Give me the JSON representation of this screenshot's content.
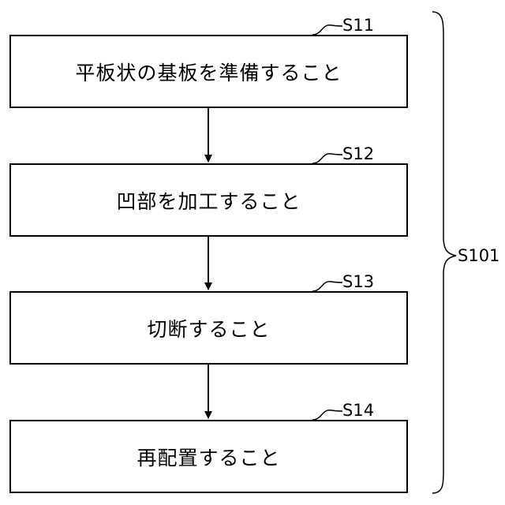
{
  "steps": [
    {
      "label": "S11",
      "text": "平板状の基板を準備すること"
    },
    {
      "label": "S12",
      "text": "凹部を加工すること"
    },
    {
      "label": "S13",
      "text": "切断すること"
    },
    {
      "label": "S14",
      "text": "再配置すること"
    }
  ],
  "group": {
    "label": "S101"
  }
}
